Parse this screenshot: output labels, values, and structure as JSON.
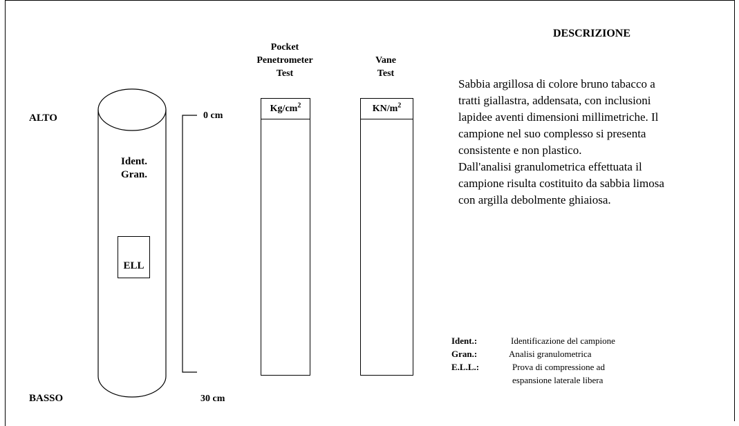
{
  "labels": {
    "top": "ALTO",
    "bottom": "BASSO"
  },
  "sample": {
    "ident_line1": "Ident.",
    "ident_line2": "Gran.",
    "ell_label": "ELL"
  },
  "scale": {
    "top": "0 cm",
    "bottom": "30 cm"
  },
  "columns": [
    {
      "header_lines": [
        "Pocket",
        "Penetrometer",
        "Test"
      ],
      "unit_base": "Kg/cm",
      "unit_sup": "2"
    },
    {
      "header_lines": [
        "Vane",
        "Test"
      ],
      "unit_base": "KN/m",
      "unit_sup": "2"
    }
  ],
  "description": {
    "title": "DESCRIZIONE",
    "paragraph1": "Sabbia argillosa di colore bruno tabacco a\ntratti giallastra, addensata, con inclusioni\nlapidee aventi dimensioni millimetriche. Il\ncampione nel suo complesso si presenta\nconsistente e non plastico.",
    "paragraph2": "Dall'analisi granulometrica effettuata il\ncampione risulta costituito da sabbia limosa\ncon argilla debolmente ghiaiosa."
  },
  "legend": [
    {
      "key": "Ident.:",
      "value": "Identificazione del campione"
    },
    {
      "key": "Gran.:",
      "value": "Analisi granulometrica"
    },
    {
      "key": "E.L.L.:",
      "value": "Prova di compressione ad"
    },
    {
      "key": "",
      "value": "espansione laterale libera"
    }
  ]
}
